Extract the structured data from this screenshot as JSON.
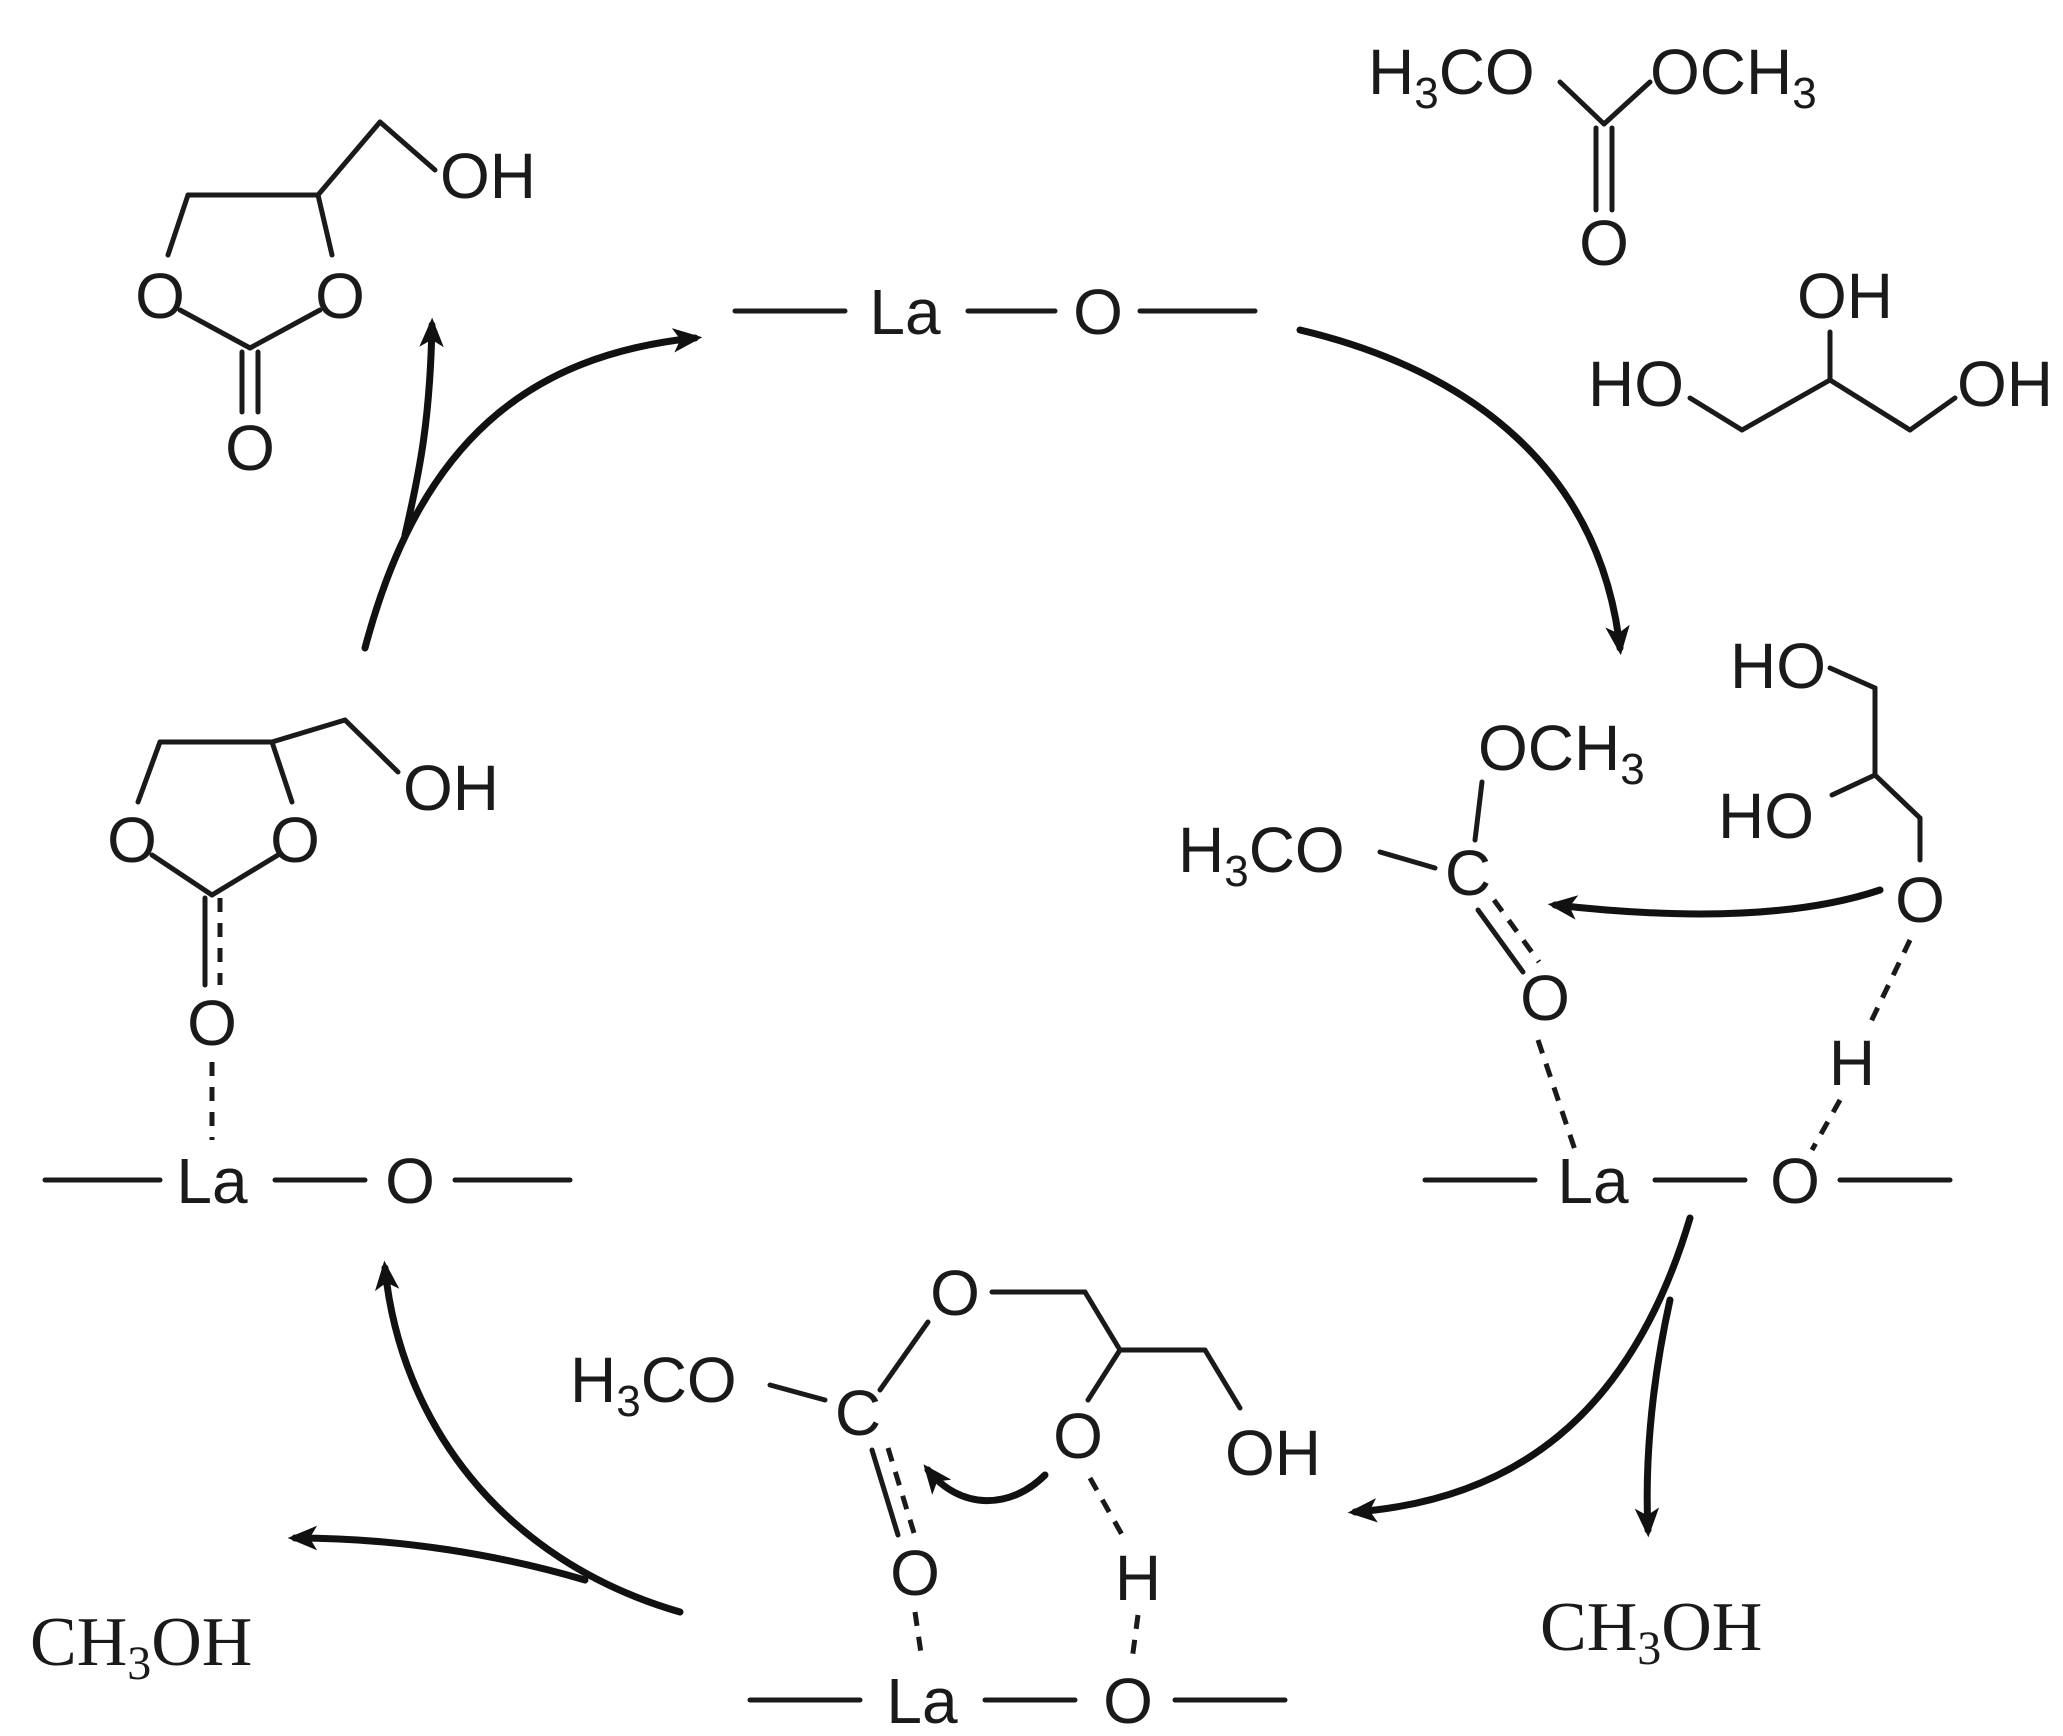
{
  "labels": {
    "la": "La",
    "o": "O",
    "c": "C",
    "h": "H",
    "oh": "OH",
    "ho": "HO",
    "h3co_parts": [
      "H",
      "3",
      "CO"
    ],
    "och3_parts": [
      "OCH",
      "3"
    ],
    "ch3oh_parts": [
      "CH",
      "3",
      "OH"
    ]
  },
  "colors": {
    "ink": "#1a1a1a",
    "background": "#ffffff"
  }
}
